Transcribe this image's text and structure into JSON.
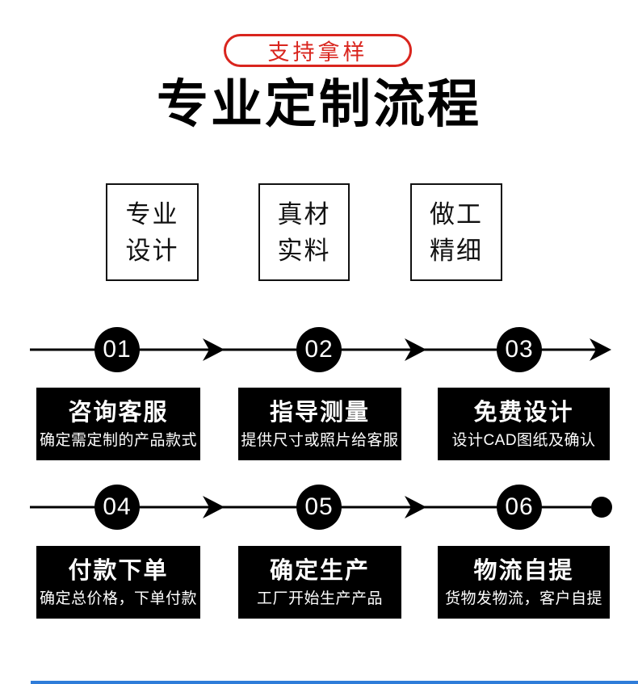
{
  "colors": {
    "accent_red": "#d9251e",
    "step_box_black": "#000000",
    "text_white": "#ffffff",
    "bottom_bar_blue": "#2f7cd9"
  },
  "badge": {
    "label": "支持拿样"
  },
  "title": {
    "text": "专业定制流程"
  },
  "features": [
    {
      "lines": [
        "专业",
        "设计"
      ]
    },
    {
      "lines": [
        "真材",
        "实料"
      ]
    },
    {
      "lines": [
        "做工",
        "精细"
      ]
    }
  ],
  "process_rows": [
    {
      "end_marker": "arrow",
      "steps": [
        {
          "number": "01",
          "title": "咨询客服",
          "desc": "确定需定制的产品款式"
        },
        {
          "number": "02",
          "title": "指导测量",
          "desc": "提供尺寸或照片给客服"
        },
        {
          "number": "03",
          "title": "免费设计",
          "desc": "设计CAD图纸及确认"
        }
      ]
    },
    {
      "end_marker": "dot",
      "steps": [
        {
          "number": "04",
          "title": "付款下单",
          "desc": "确定总价格，下单付款"
        },
        {
          "number": "05",
          "title": "确定生产",
          "desc": "工厂开始生产产品"
        },
        {
          "number": "06",
          "title": "物流自提",
          "desc": "货物发物流，客户自提"
        }
      ]
    }
  ]
}
